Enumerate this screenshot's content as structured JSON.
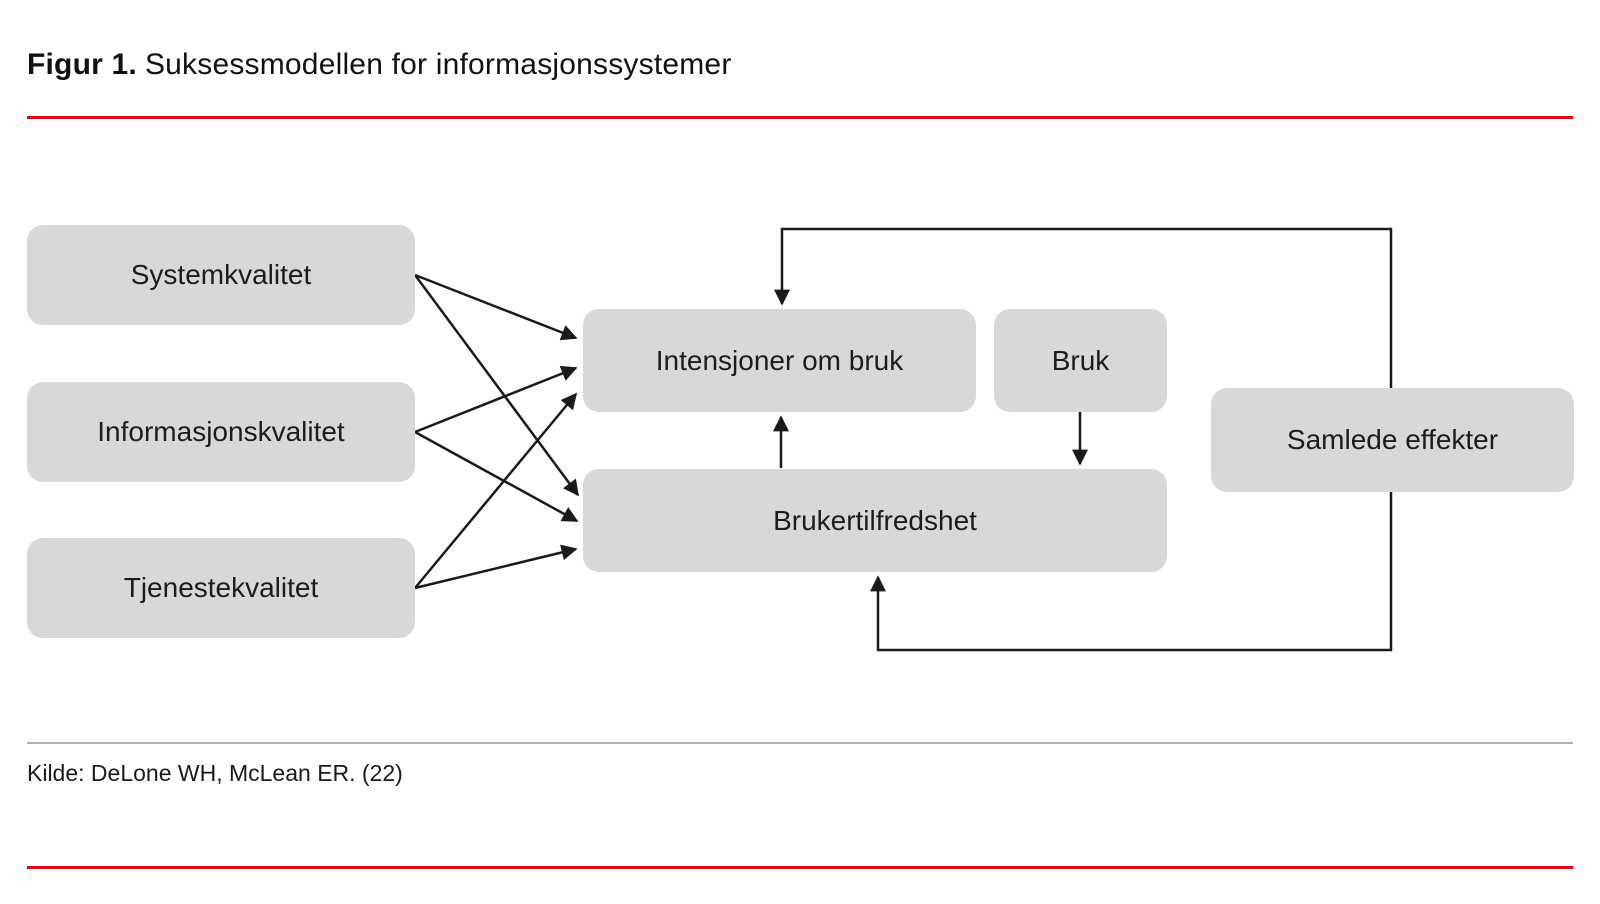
{
  "title": {
    "label_bold": "Figur 1.",
    "label_rest": "Suksessmodellen for informasjonssystemer"
  },
  "source": {
    "text": "Kilde: DeLone WH, McLean ER. (22)"
  },
  "colors": {
    "accent_red": "#e30613",
    "box_gray": "#d8d8d8",
    "line_black": "#1a1a1a",
    "separator_gray": "#b1b1b1"
  },
  "diagram": {
    "nodes": [
      {
        "id": "systemkvalitet",
        "label": "Systemkvalitet"
      },
      {
        "id": "informasjonskvalitet",
        "label": "Informasjonskvalitet"
      },
      {
        "id": "tjenestekvalitet",
        "label": "Tjenestekvalitet"
      },
      {
        "id": "intensjoner",
        "label": "Intensjoner om bruk"
      },
      {
        "id": "bruk",
        "label": "Bruk"
      },
      {
        "id": "brukertilfredshet",
        "label": "Brukertilfredshet"
      },
      {
        "id": "samlede-effekter",
        "label": "Samlede effekter"
      }
    ],
    "edges": [
      {
        "from": "Systemkvalitet",
        "to": "Intensjoner om bruk"
      },
      {
        "from": "Systemkvalitet",
        "to": "Brukertilfredshet"
      },
      {
        "from": "Informasjonskvalitet",
        "to": "Intensjoner om bruk"
      },
      {
        "from": "Informasjonskvalitet",
        "to": "Brukertilfredshet"
      },
      {
        "from": "Tjenestekvalitet",
        "to": "Intensjoner om bruk"
      },
      {
        "from": "Tjenestekvalitet",
        "to": "Brukertilfredshet"
      },
      {
        "from": "Brukertilfredshet",
        "to": "Intensjoner om bruk"
      },
      {
        "from": "Bruk",
        "to": "Brukertilfredshet"
      },
      {
        "from": "Samlede effekter",
        "to": "Intensjoner om bruk"
      },
      {
        "from": "Samlede effekter",
        "to": "Brukertilfredshet"
      }
    ]
  }
}
